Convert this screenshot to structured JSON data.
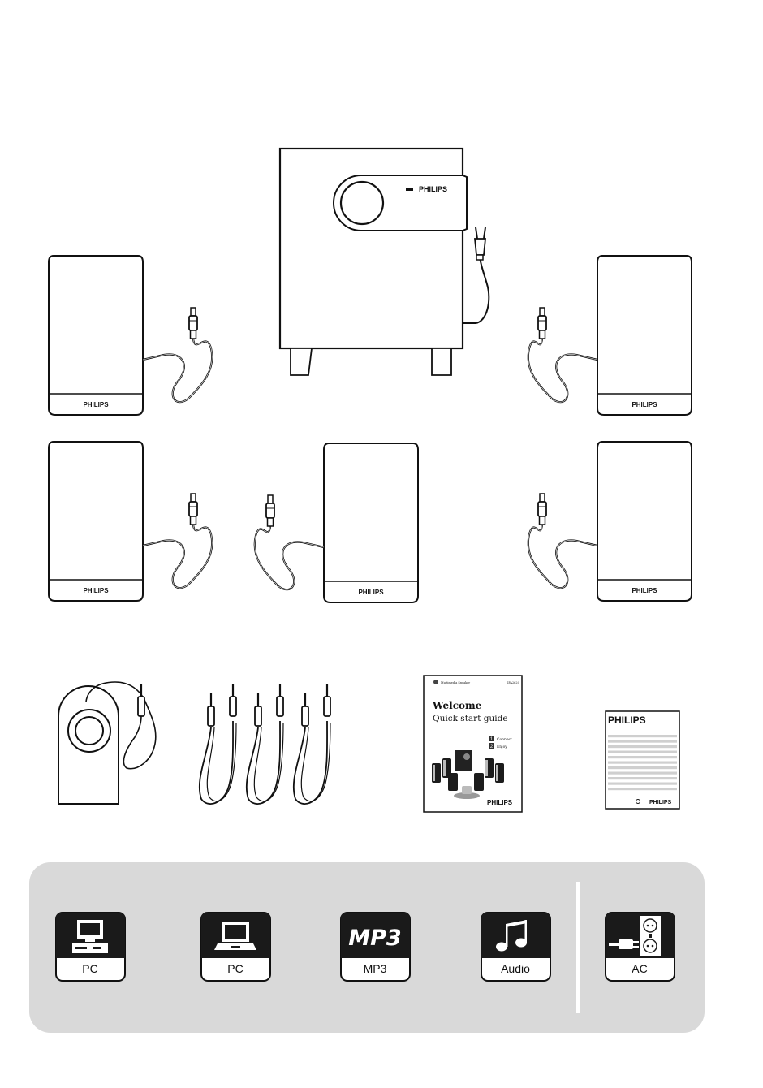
{
  "brand": "PHILIPS",
  "guide": {
    "header_left": "Multimedia Speaker",
    "header_right": "SPA2620",
    "title": "Welcome",
    "subtitle": "Quick start guide",
    "step1_num": "1",
    "step1": "Connect",
    "step2_num": "2",
    "step2": "Enjoy",
    "footer_brand": "PHILIPS"
  },
  "warranty": {
    "title": "PHILIPS",
    "footer": "PHILIPS"
  },
  "connections": [
    {
      "icon": "desktop-pc-icon",
      "label": "PC"
    },
    {
      "icon": "laptop-icon",
      "label": "PC"
    },
    {
      "icon": "mp3-player-icon",
      "label": "MP3"
    },
    {
      "icon": "music-note-icon",
      "label": "Audio"
    },
    {
      "icon": "power-socket-icon",
      "label": "AC"
    }
  ]
}
